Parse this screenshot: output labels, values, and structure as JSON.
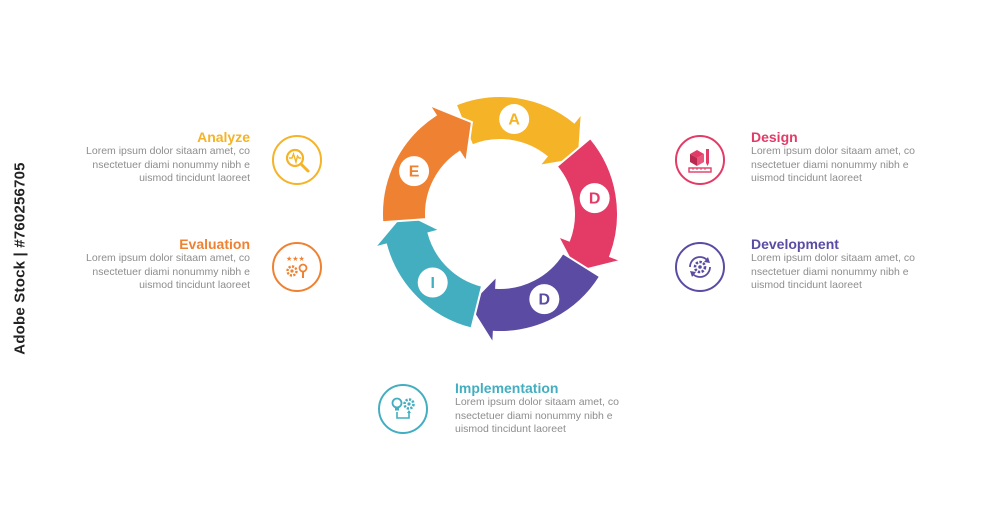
{
  "diagram": {
    "segments": [
      {
        "letter": "A",
        "color": "#f5b327"
      },
      {
        "letter": "D",
        "color": "#e33a66"
      },
      {
        "letter": "D",
        "color": "#5b4ba3"
      },
      {
        "letter": "I",
        "color": "#44aec1"
      },
      {
        "letter": "E",
        "color": "#ef8232"
      }
    ]
  },
  "steps": {
    "analyze": {
      "title": "Analyze",
      "color": "#f5b327",
      "icon": "analytics-magnifier-icon",
      "lines": [
        "Lorem ipsum dolor sitaam amet, co",
        "nsectetuer diami nonummy  nibh e",
        "uismod tincidunt laoreet"
      ]
    },
    "evaluation": {
      "title": "Evaluation",
      "color": "#ef8232",
      "icon": "stars-gear-magnifier-icon",
      "lines": [
        "Lorem ipsum dolor sitaam amet, co",
        "nsectetuer diami nonummy  nibh e",
        "uismod tincidunt laoreet"
      ]
    },
    "design": {
      "title": "Design",
      "color": "#e33a66",
      "icon": "cube-ruler-pencil-icon",
      "lines": [
        "Lorem ipsum dolor sitaam amet, co",
        "nsectetuer diami nonummy  nibh e",
        "uismod tincidunt laoreet"
      ]
    },
    "development": {
      "title": "Development",
      "color": "#5b4ba3",
      "icon": "gear-cycle-icon",
      "lines": [
        "Lorem ipsum dolor sitaam amet, co",
        "nsectetuer diami nonummy  nibh e",
        "uismod tincidunt laoreet"
      ]
    },
    "implementation": {
      "title": "Implementation",
      "color": "#44aec1",
      "icon": "bulb-gear-icon",
      "lines": [
        "Lorem ipsum dolor sitaam amet, co",
        "nsectetuer diami nonummy  nibh e",
        "uismod tincidunt laoreet"
      ]
    }
  },
  "watermark": {
    "side_text": "Adobe Stock | #760256705"
  }
}
